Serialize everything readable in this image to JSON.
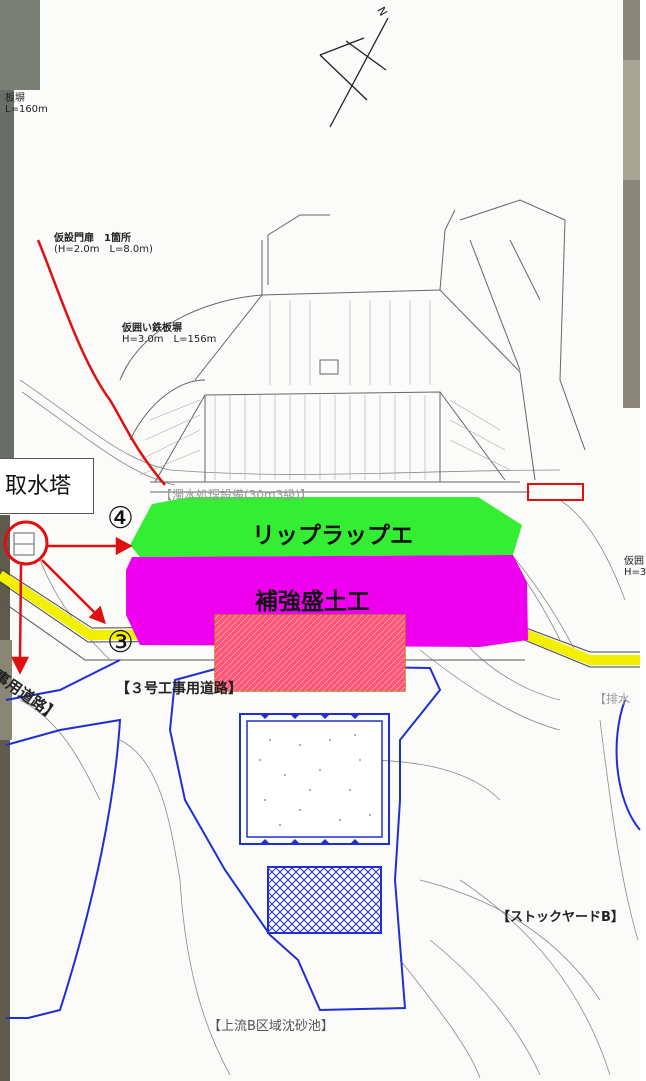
{
  "labels": {
    "fence_a_line1": "板塀",
    "fence_a_line2": "L=160m",
    "gate_line1": "仮設門扉　1箇所",
    "gate_line2": "(H=2.0m　L=8.0m)",
    "fence_b_line1": "仮囲い鉄板塀",
    "fence_b_line2": "H=3.0m　L=156m",
    "water_treatment": "【濁水処理設備(30m3級)】",
    "intake_tower": "取水塔",
    "riprap": "リップラップエ",
    "reinforced_fill": "補強盛土工",
    "marker_4": "④",
    "marker_3": "③",
    "road_3": "【３号工事用道路】",
    "road_side": "事用道路】",
    "stockyard": "【ストックヤードB】",
    "sand_basin": "【上流B区域沈砂池】",
    "drain": "【排水",
    "right_edge": "仮囲",
    "right_edge2": "H=3",
    "north": "N"
  },
  "colors": {
    "riprap": "#33ee33",
    "reinforced_fill": "#ee00ee",
    "highlight": "#ff5577",
    "road_band": "#f2f000",
    "boundary": "#1f2fd0",
    "arrow": "#e01010",
    "fence": "#dd1111"
  }
}
